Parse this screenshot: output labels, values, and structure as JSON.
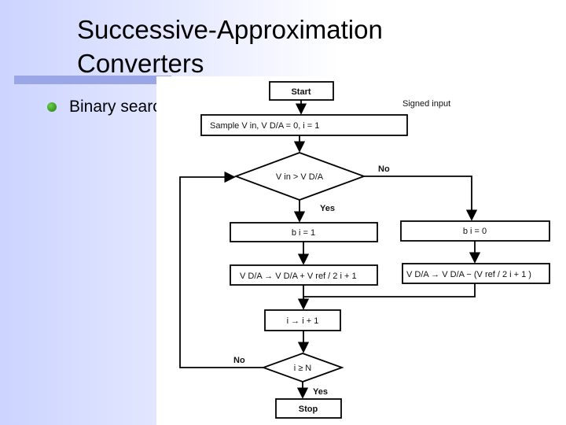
{
  "slide": {
    "title_line1": "Successive-Approximation",
    "title_line2": "Converters",
    "bullet": "Binary search"
  },
  "flowchart": {
    "start": "Start",
    "signed_input": "Signed input",
    "sample": "Sample    V in,    V D/A = 0,    i = 1",
    "compare": "V in > V D/A",
    "no_label_1": "No",
    "yes_label_1": "Yes",
    "set_bit": "b i = 1",
    "clear_bit": "b i = 0",
    "add_step": "V D/A → V D/A + V ref / 2 i + 1",
    "sub_step": "V D/A → V D/A − (V ref / 2 i + 1 )",
    "increment": "i → i + 1",
    "check": "i ≥ N",
    "no_label_2": "No",
    "yes_label_2": "Yes",
    "stop": "Stop"
  },
  "colors": {
    "background_left": "#ccd4ff",
    "title_bar": "#9aa6e6",
    "bullet": "#2e9a1c"
  }
}
